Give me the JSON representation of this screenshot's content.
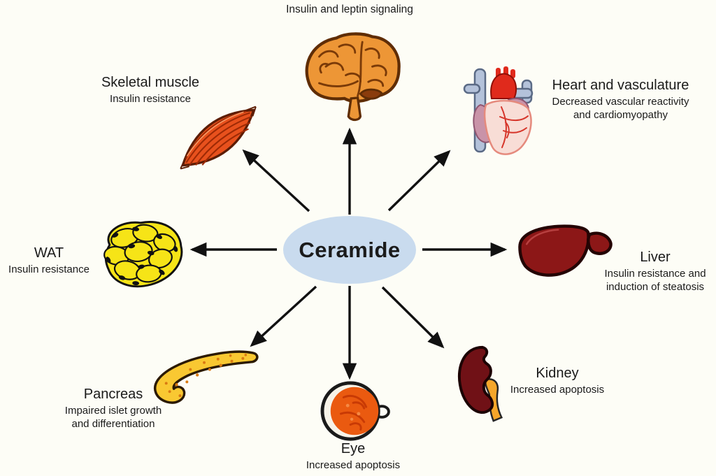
{
  "title": "Ceramide effects on organs diagram",
  "center": {
    "label": "Ceramide",
    "fill": "#c9dbee"
  },
  "colors": {
    "background": "#fdfdf6",
    "arrow": "#111111",
    "center_ellipse": "#c9dbee",
    "brain": "#ed9636",
    "muscle": "#e8511d",
    "heart_body": "#f8ddd6",
    "aorta": "#e02a1c",
    "vessel_blue": "#b4c2da",
    "wat": "#f6e417",
    "liver": "#8c1717",
    "kidney": "#701116",
    "ureter": "#f5a62a",
    "pancreas": "#f9c832",
    "eye_fundus": "#ea5a10"
  },
  "nodes": [
    {
      "id": "brain",
      "icon": "brain-icon",
      "name": "",
      "effects": [
        "Insulin and leptin signaling"
      ]
    },
    {
      "id": "skeletal-muscle",
      "icon": "muscle-icon",
      "name": "Skeletal muscle",
      "effects": [
        "Insulin resistance"
      ]
    },
    {
      "id": "heart",
      "icon": "heart-icon",
      "name": "Heart and vasculature",
      "effects": [
        "Decreased vascular reactivity",
        "and cardiomyopathy"
      ]
    },
    {
      "id": "wat",
      "icon": "adipose-tissue-icon",
      "name": "WAT",
      "effects": [
        "Insulin resistance"
      ]
    },
    {
      "id": "liver",
      "icon": "liver-icon",
      "name": "Liver",
      "effects": [
        "Insulin resistance and",
        "induction of steatosis"
      ]
    },
    {
      "id": "pancreas",
      "icon": "pancreas-icon",
      "name": "Pancreas",
      "effects": [
        "Impaired islet growth",
        "and differentiation"
      ]
    },
    {
      "id": "kidney",
      "icon": "kidney-icon",
      "name": "Kidney",
      "effects": [
        "Increased apoptosis"
      ]
    },
    {
      "id": "eye",
      "icon": "eye-icon",
      "name": "Eye",
      "effects": [
        "Increased apoptosis"
      ]
    }
  ],
  "connections": [
    {
      "from": "Ceramide",
      "to": "brain"
    },
    {
      "from": "Ceramide",
      "to": "skeletal-muscle"
    },
    {
      "from": "Ceramide",
      "to": "heart"
    },
    {
      "from": "Ceramide",
      "to": "wat"
    },
    {
      "from": "Ceramide",
      "to": "liver"
    },
    {
      "from": "Ceramide",
      "to": "pancreas"
    },
    {
      "from": "Ceramide",
      "to": "kidney"
    },
    {
      "from": "Ceramide",
      "to": "eye"
    }
  ]
}
